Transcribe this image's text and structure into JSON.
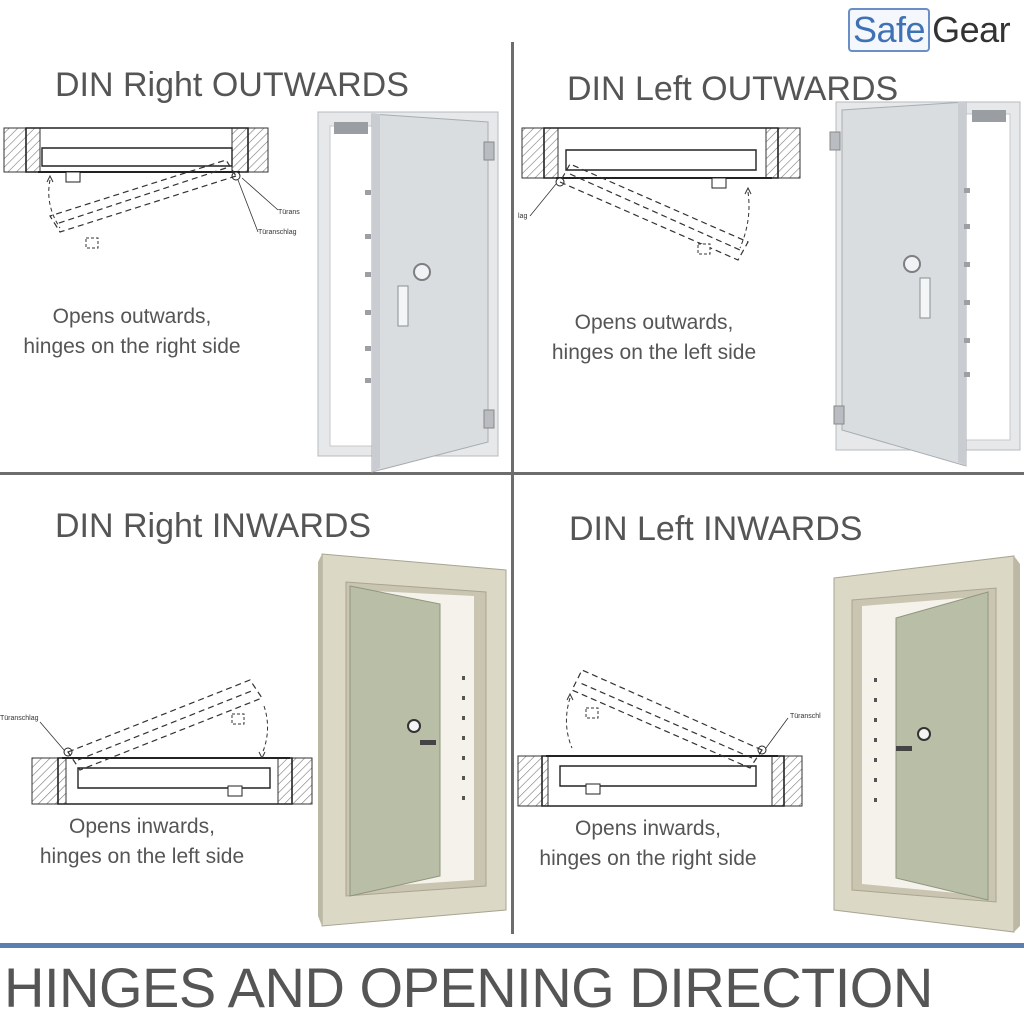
{
  "logo": {
    "part1": "Safe",
    "part2": "Gear"
  },
  "footer_title": "HINGES AND OPENING DIRECTION",
  "quadrants": [
    {
      "title": "DIN Right OUTWARDS",
      "caption_line1": "Opens outwards,",
      "caption_line2": "hinges on the right side",
      "diagram_labels": [
        "Türans",
        "Türanschlag"
      ]
    },
    {
      "title": "DIN Left OUTWARDS",
      "caption_line1": "Opens outwards,",
      "caption_line2": "hinges on the left side",
      "diagram_labels": [
        "lag"
      ]
    },
    {
      "title": "DIN Right INWARDS",
      "caption_line1": "Opens inwards,",
      "caption_line2": "hinges on the left side",
      "diagram_labels": [
        "Türanschlag"
      ]
    },
    {
      "title": "DIN Left INWARDS",
      "caption_line1": "Opens inwards,",
      "caption_line2": "hinges on the right side",
      "diagram_labels": [
        "Türanschl"
      ]
    }
  ],
  "colors": {
    "logo_blue": "#3f72b5",
    "divider": "#6d6d6d",
    "footer_bar": "#5b7fae",
    "steel_door": "#dde0e3",
    "beige_frame": "#d6d2bf",
    "sage_door": "#b8bfa6"
  }
}
